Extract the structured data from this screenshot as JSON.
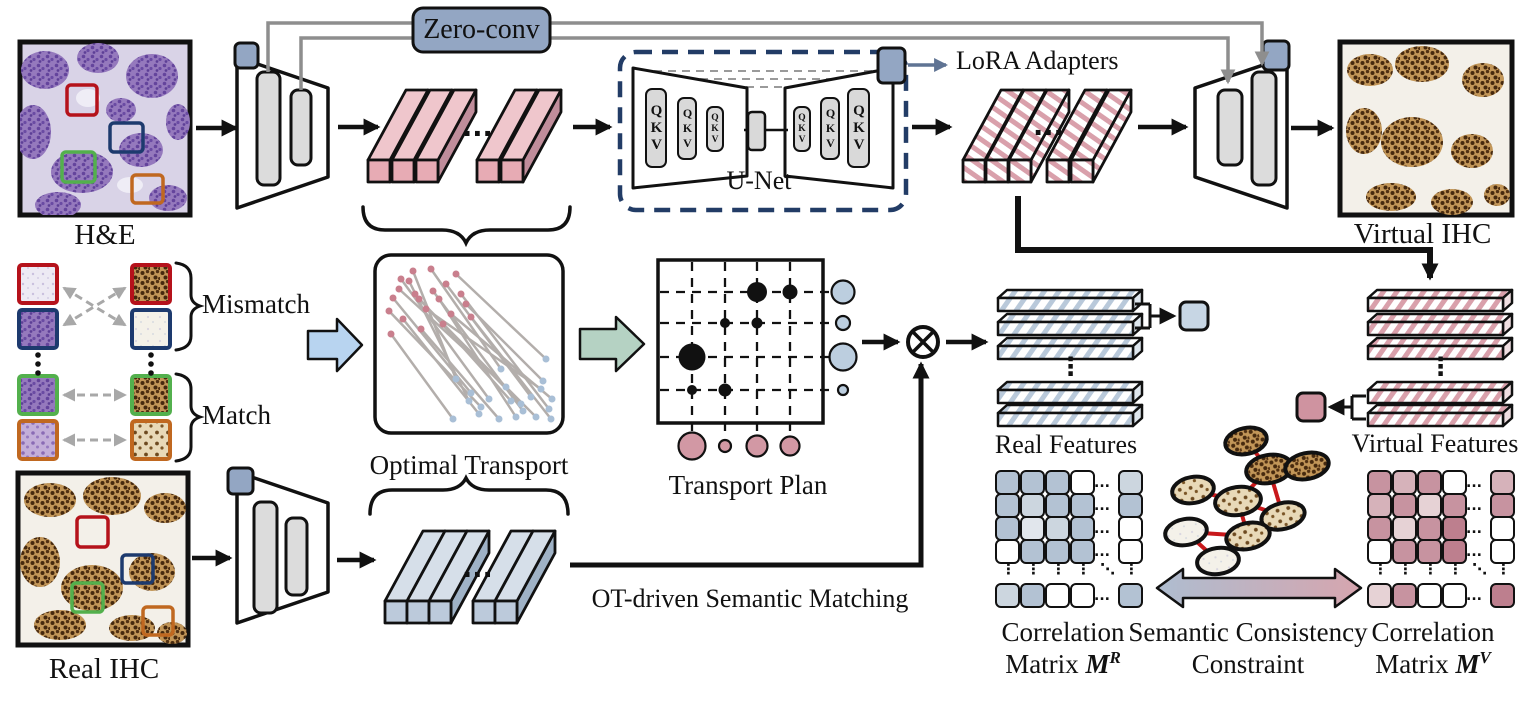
{
  "labels": {
    "he": "H&E",
    "real_ihc": "Real IHC",
    "virtual_ihc": "Virtual IHC",
    "zero_conv": "Zero-conv",
    "unet": "U-Net",
    "qkv": "QKV",
    "lora": "LoRA Adapters",
    "mismatch": "Mismatch",
    "match": "Match",
    "optimal_transport": "Optimal Transport",
    "transport_plan": "Transport Plan",
    "ot_matching": "OT-driven Semantic Matching",
    "real_features": "Real Features",
    "virtual_features": "Virtual Features",
    "corr_line1": "Correlation",
    "corr_line2_prefix": "Matrix ",
    "m_symbol": "M",
    "sup_r": "R",
    "sup_v": "V",
    "constraint_line1": "Semantic Consistency",
    "constraint_line2": "Constraint"
  },
  "ellipsis": {
    "h": "...",
    "v": "⋮",
    "d": "⋱"
  },
  "matrices": {
    "mr": [
      [
        "m",
        "m",
        "m",
        "w",
        "l"
      ],
      [
        "m",
        "l",
        "m",
        "m",
        "m"
      ],
      [
        "m",
        "p",
        "l",
        "m",
        "w"
      ],
      [
        "w",
        "m",
        "m",
        "m",
        "w"
      ],
      [
        "l",
        "m",
        "w",
        "w",
        "m"
      ]
    ],
    "mv": [
      [
        "m",
        "l",
        "m",
        "w",
        "l"
      ],
      [
        "l",
        "m",
        "p",
        "m",
        "m"
      ],
      [
        "m",
        "p",
        "m",
        "d",
        "w"
      ],
      [
        "w",
        "m",
        "m",
        "d",
        "w"
      ],
      [
        "p",
        "m",
        "w",
        "w",
        "d"
      ]
    ]
  },
  "colors": {
    "adapter_chip_blue": "#93a6c3",
    "unet_dash_border": "#223c66",
    "feature_bar_pink": "#e7abb4",
    "feature_bar_blue": "#bccadb",
    "stripe_pink": "#d9a0ab",
    "stripe_blue": "#b9c9da",
    "matrix_blue": "#b3c2d3",
    "matrix_pink": "#c793a0",
    "graph_edge_red": "#c8181b",
    "block_arrow_blue": "#b8d4f0",
    "block_arrow_green": "#b5d2c3",
    "constraint_gradient_left": "#aebdd0",
    "constraint_gradient_right": "#d6a5ae",
    "patch_border_red": "#b5121b",
    "patch_border_navy": "#1d3a6e",
    "patch_border_green": "#53b04d",
    "patch_border_orange": "#c06820"
  }
}
